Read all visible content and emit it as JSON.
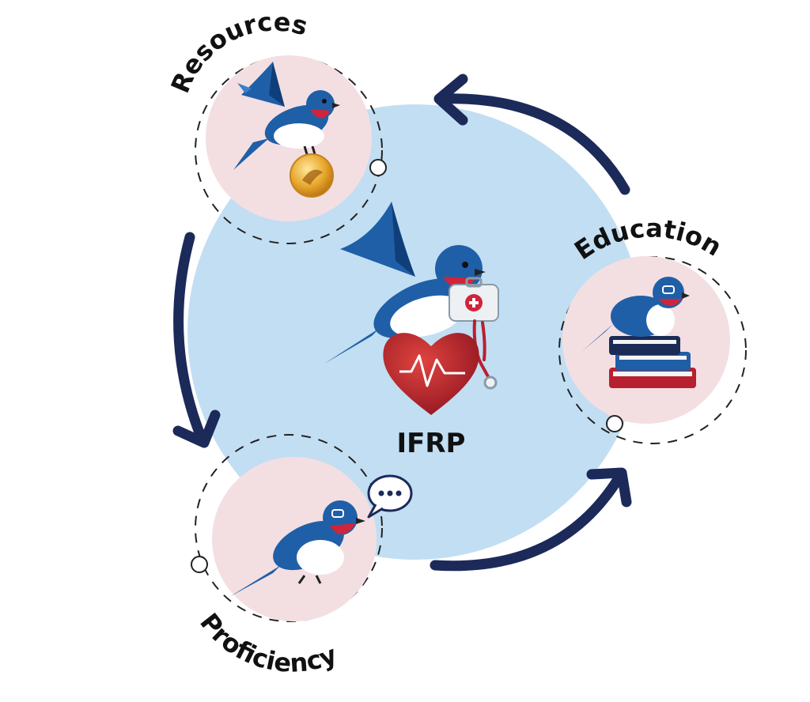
{
  "diagram": {
    "center_label": "IFRP",
    "nodes": [
      {
        "id": "resources",
        "label": "Resources",
        "icon": "swallow-with-coin-icon"
      },
      {
        "id": "education",
        "label": "Education",
        "icon": "swallow-on-books-icon"
      },
      {
        "id": "proficiency",
        "label": "Proficiency",
        "icon": "swallow-with-speech-bubble-icon"
      }
    ],
    "colors": {
      "main_circle": "#c2def3",
      "node_circle": "#f3dfe2",
      "arrow": "#1c2a5a",
      "bird_blue": "#1f5fa8",
      "bird_red": "#d0243a",
      "heart_red": "#b7202e"
    }
  }
}
